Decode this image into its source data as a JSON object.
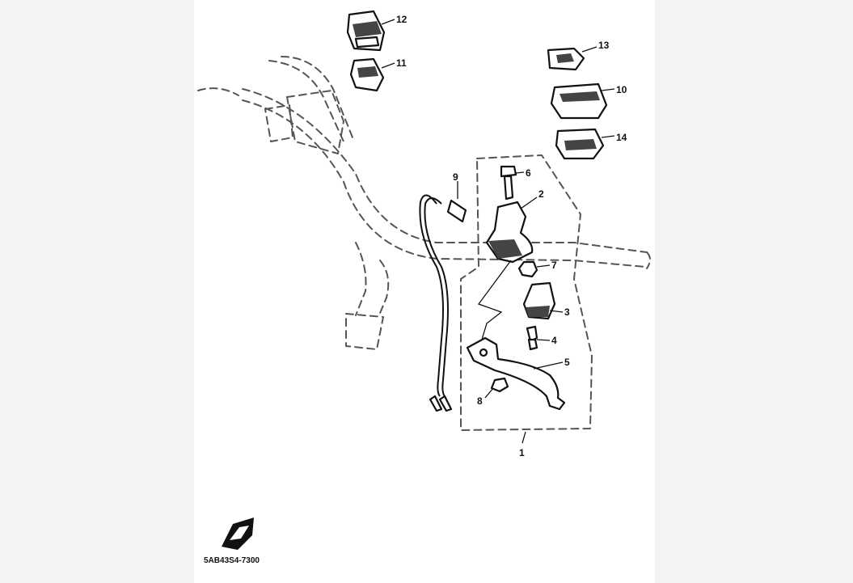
{
  "callouts": {
    "c1": "1",
    "c2": "2",
    "c3": "3",
    "c4": "4",
    "c5": "5",
    "c6": "6",
    "c7": "7",
    "c8": "8",
    "c9": "9",
    "c10": "10",
    "c11": "11",
    "c12": "12",
    "c13": "13",
    "c14": "14"
  },
  "drawing_code": "5AB43S4-7300",
  "style": {
    "ink": "#111111",
    "paper": "#ffffff",
    "backdrop": "#f4f4f4"
  }
}
